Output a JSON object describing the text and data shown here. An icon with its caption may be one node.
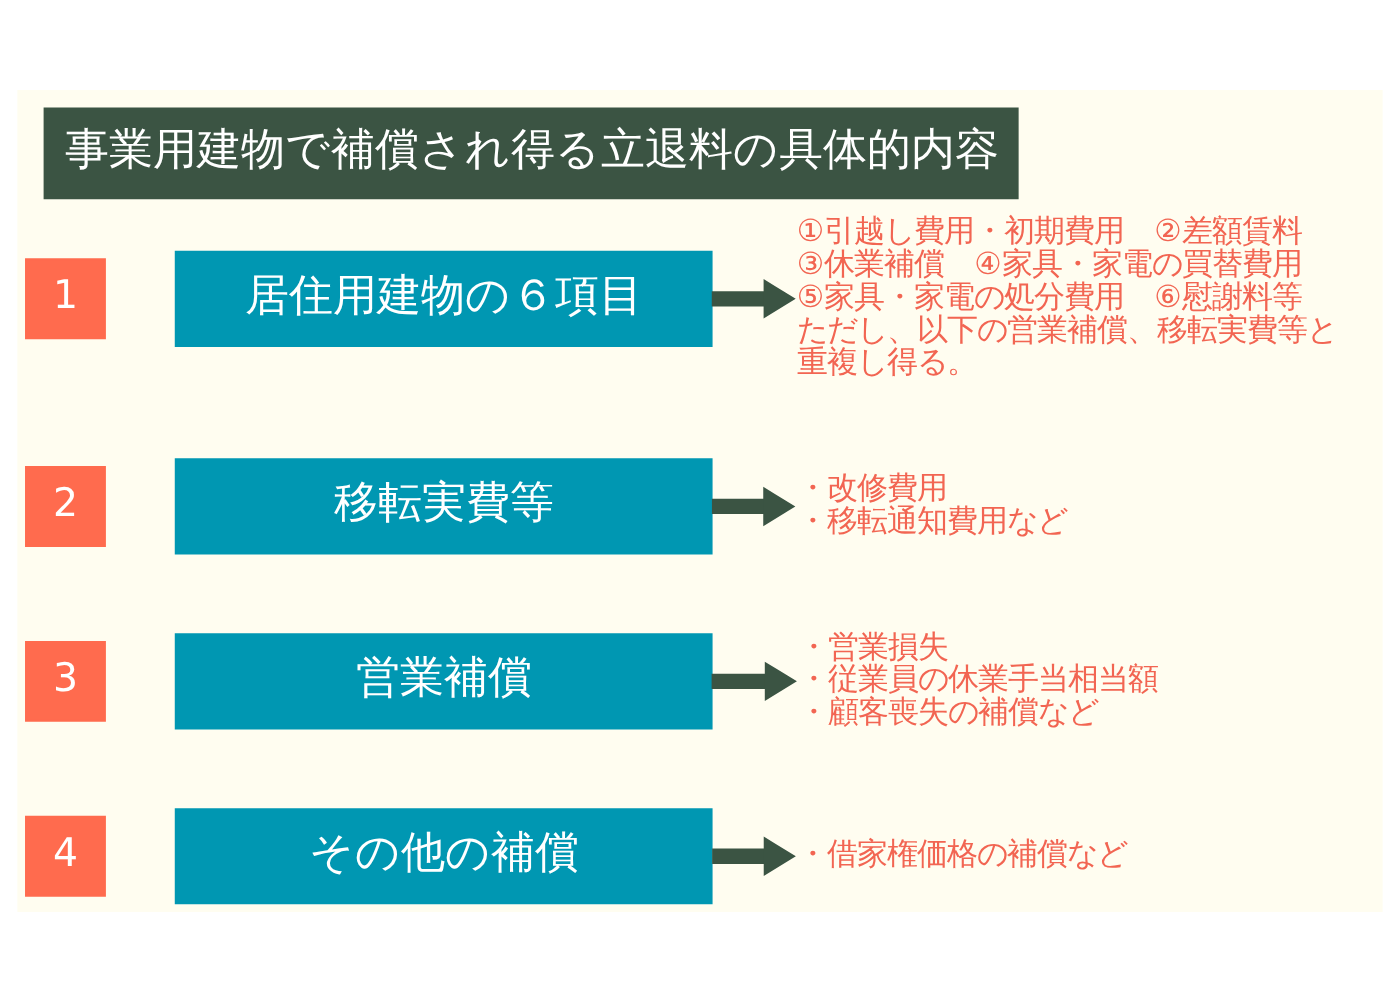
{
  "diagram": {
    "title": "事業用建物で補償され得る立退料の具体的内容",
    "nodes": [
      {
        "text": [
          "1"
        ]
      },
      {
        "text": [
          "居住用建物の６項目"
        ]
      },
      {
        "text": [
          "①引越し費用・初期費用　②差額賃料",
          "③休業補償　④家具・家電の買替費用",
          "⑤家具・家電の処分費用　⑥慰謝料等",
          "ただし、以下の営業補償、移転実費等と重複し得る。"
        ]
      },
      {
        "text": [
          "2"
        ]
      },
      {
        "text": [
          "移転実費等"
        ]
      },
      {
        "text": [
          "・改修費用",
          "・移転通知費用など"
        ]
      },
      {
        "text": [
          "3"
        ]
      },
      {
        "text": [
          "営業補償"
        ]
      },
      {
        "text": [
          "・営業損失",
          "・従業員の休業手当相当額",
          "・顧客喪失の補償など"
        ]
      },
      {
        "text": [
          "4"
        ]
      },
      {
        "text": [
          "その他の補償"
        ]
      },
      {
        "text": [
          "・借家権価格の補償など"
        ]
      }
    ],
    "edges": [
      {
        "from": 1,
        "to": 2,
        "arrow": "to"
      },
      {
        "from": 4,
        "to": 5,
        "arrow": "to"
      },
      {
        "from": 7,
        "to": 8,
        "arrow": "to"
      },
      {
        "from": 10,
        "to": 11,
        "arrow": "to"
      }
    ]
  }
}
